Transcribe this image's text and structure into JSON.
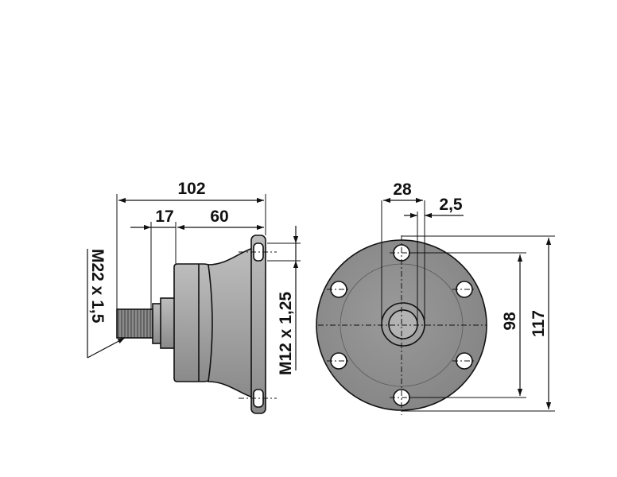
{
  "drawing": {
    "dimensions": {
      "overall_length": "102",
      "thread_length": "17",
      "body_length": "60",
      "shaft_thread": "M22 x 1,5",
      "bolt_thread": "M12 x 1,25",
      "pin_diameter": "28",
      "offset": "2,5",
      "hole_spacing": "98",
      "flange_diameter": "117"
    },
    "colors": {
      "body_fill": "#a9a9a9",
      "flange_face_fill": "#8e8e8e",
      "hole_fill": "#ffffff",
      "line": "#111111"
    }
  }
}
